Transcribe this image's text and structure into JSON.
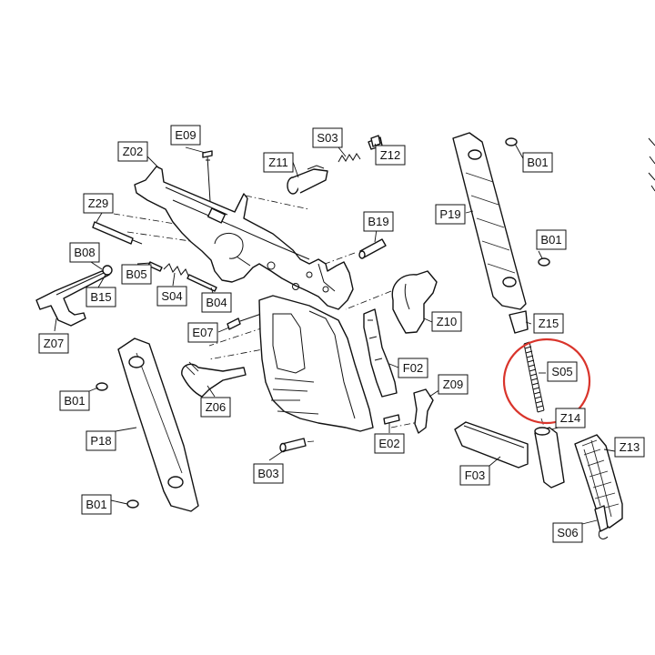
{
  "accent_color": "#d9342b",
  "labels": {
    "E09": "E09",
    "Z02": "Z02",
    "S03": "S03",
    "Z11": "Z11",
    "Z12": "Z12",
    "B01_grip_right_top": "B01",
    "Z29": "Z29",
    "P19": "P19",
    "B19": "B19",
    "B01_grip_right_bottom": "B01",
    "B08": "B08",
    "B05": "B05",
    "B15": "B15",
    "S04": "S04",
    "B04": "B04",
    "Z15": "Z15",
    "Z10": "Z10",
    "E07": "E07",
    "Z07": "Z07",
    "S05": "S05",
    "F02": "F02",
    "B01_grip_left_top": "B01",
    "Z09": "Z09",
    "Z06": "Z06",
    "Z14": "Z14",
    "P18": "P18",
    "E02": "E02",
    "Z13": "Z13",
    "F03": "F03",
    "B03": "B03",
    "B01_grip_left_bottom": "B01",
    "S06": "S06"
  },
  "highlighted_part": "S05"
}
